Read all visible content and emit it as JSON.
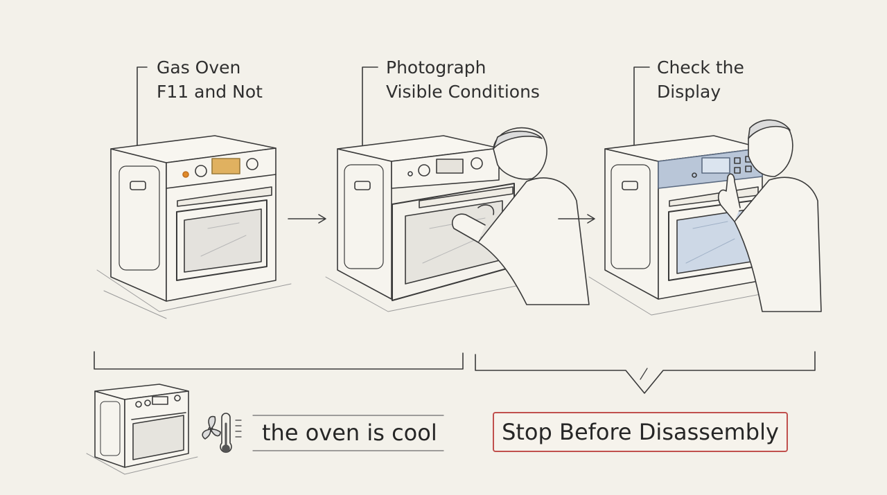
{
  "steps": [
    {
      "line1": "Gas Oven",
      "line2": "F11 and Not"
    },
    {
      "line1": "Photograph",
      "line2": "Visible Conditions"
    },
    {
      "line1": "Check the",
      "line2": "Display"
    }
  ],
  "bottom": {
    "condition_text": "the oven is cool",
    "warning_text": "Stop Before Disassembly"
  },
  "colors": {
    "background": "#f3f1ea",
    "ink": "#3a3a3a",
    "display_amber": "#e0b160",
    "knob_orange": "#e08a2a",
    "panel_blue": "#b9c6d8",
    "warning_red": "#c0504d"
  }
}
